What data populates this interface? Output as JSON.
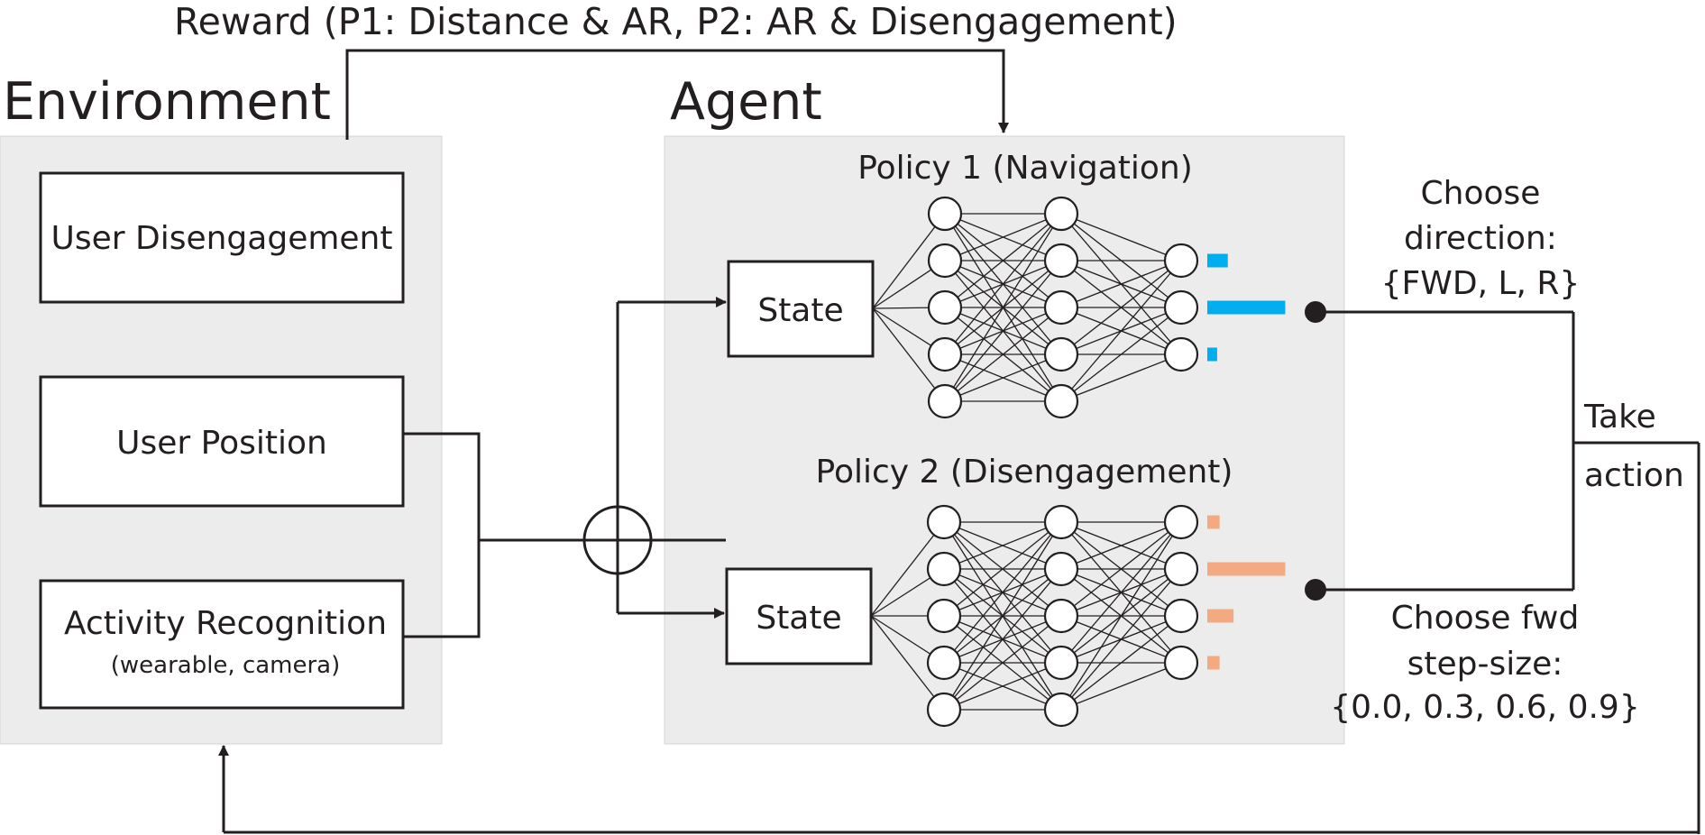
{
  "reward_label": "Reward (P1: Distance & AR, P2: AR & Disengagement)",
  "environment": {
    "title": "Environment",
    "boxes": {
      "disengagement": "User Disengagement",
      "position": "User Position",
      "activity": "Activity Recognition",
      "activity_sub": "(wearable, camera)"
    }
  },
  "agent": {
    "title": "Agent",
    "policy1": {
      "title": "Policy 1 (Navigation)",
      "state": "State",
      "layers": [
        5,
        5,
        3
      ],
      "output_color": "#00aeef",
      "output_values": [
        0.25,
        0.95,
        0.12
      ]
    },
    "policy2": {
      "title": "Policy 2 (Disengagement)",
      "state": "State",
      "layers": [
        5,
        5,
        4
      ],
      "output_color": "#f4aa80",
      "output_values": [
        0.15,
        0.95,
        0.32,
        0.15
      ]
    }
  },
  "direction_label": [
    "Choose",
    "direction:",
    "{FWD, L, R}"
  ],
  "stepsize_label": [
    "Choose fwd",
    "step-size:",
    "{0.0, 0.3, 0.6, 0.9}"
  ],
  "take_action": [
    "Take",
    "action"
  ]
}
